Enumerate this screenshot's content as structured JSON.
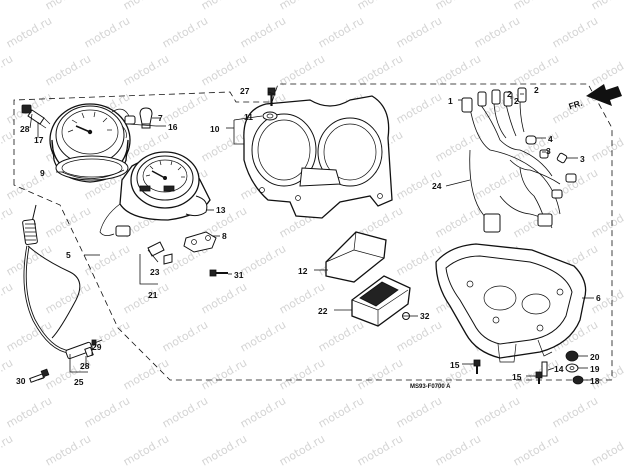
{
  "watermark": "motod.ru",
  "diagram_code": "MS93-F0700 A",
  "front_label": "FR.",
  "callouts": [
    {
      "id": "c28a",
      "label": "28"
    },
    {
      "id": "c17",
      "label": "17"
    },
    {
      "id": "c7",
      "label": "7"
    },
    {
      "id": "c16",
      "label": "16"
    },
    {
      "id": "c9",
      "label": "9"
    },
    {
      "id": "c13",
      "label": "13"
    },
    {
      "id": "c27",
      "label": "27"
    },
    {
      "id": "c11",
      "label": "11"
    },
    {
      "id": "c10",
      "label": "10"
    },
    {
      "id": "c1",
      "label": "1"
    },
    {
      "id": "c2a",
      "label": "2"
    },
    {
      "id": "c2b",
      "label": "2"
    },
    {
      "id": "c2c",
      "label": "2"
    },
    {
      "id": "c4",
      "label": "4"
    },
    {
      "id": "c3a",
      "label": "3"
    },
    {
      "id": "c3b",
      "label": "3"
    },
    {
      "id": "c24",
      "label": "24"
    },
    {
      "id": "c5",
      "label": "5"
    },
    {
      "id": "c8",
      "label": "8"
    },
    {
      "id": "c23",
      "label": "23"
    },
    {
      "id": "c21",
      "label": "21"
    },
    {
      "id": "c31",
      "label": "31"
    },
    {
      "id": "c12",
      "label": "12"
    },
    {
      "id": "c22",
      "label": "22"
    },
    {
      "id": "c32",
      "label": "32"
    },
    {
      "id": "c6",
      "label": "6"
    },
    {
      "id": "c28b",
      "label": "28"
    },
    {
      "id": "c29",
      "label": "29"
    },
    {
      "id": "c30",
      "label": "30"
    },
    {
      "id": "c25",
      "label": "25"
    },
    {
      "id": "c15a",
      "label": "15"
    },
    {
      "id": "c15b",
      "label": "15"
    },
    {
      "id": "c14",
      "label": "14"
    },
    {
      "id": "c20",
      "label": "20"
    },
    {
      "id": "c19",
      "label": "19"
    },
    {
      "id": "c18",
      "label": "18"
    }
  ]
}
